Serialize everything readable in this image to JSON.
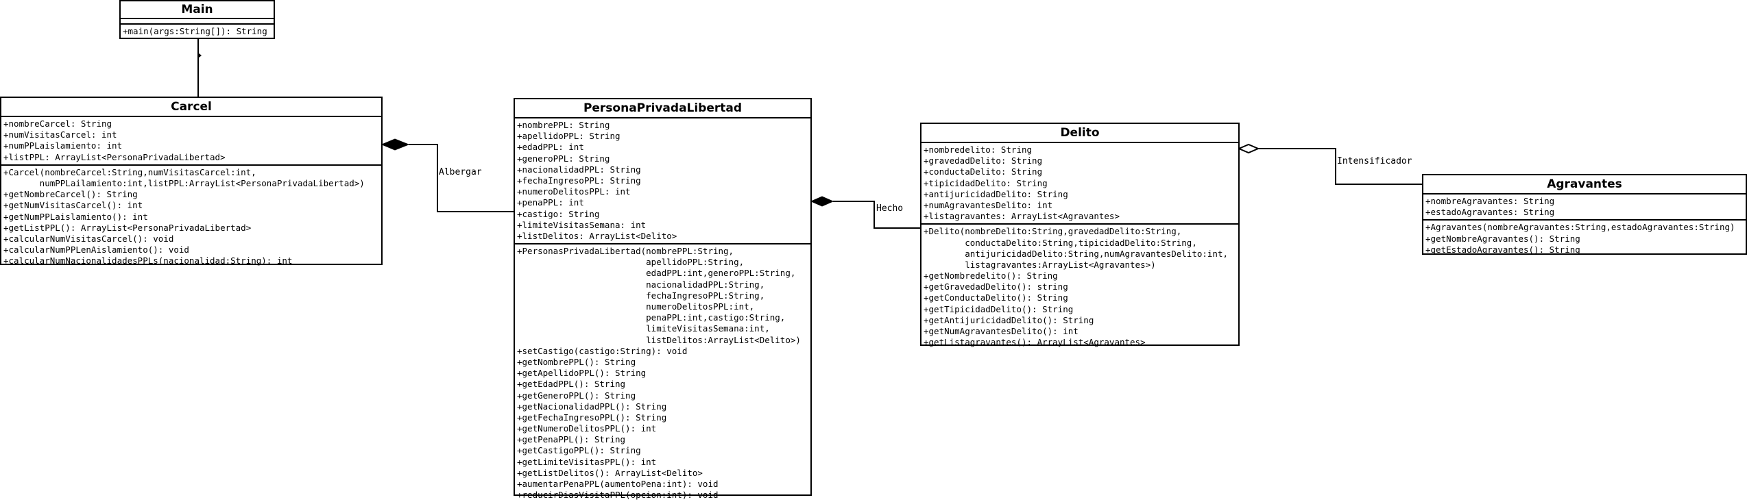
{
  "classes": {
    "main": {
      "name": "Main",
      "attributes": [],
      "methods": [
        "+main(args:String[]): String"
      ]
    },
    "carcel": {
      "name": "Carcel",
      "attributes": [
        "+nombreCarcel: String",
        "+numVisitasCarcel: int",
        "+numPPLaislamiento: int",
        "+listPPL: ArrayList<PersonaPrivadaLibertad>"
      ],
      "methods": [
        "+Carcel(nombreCarcel:String,numVisitasCarcel:int,",
        "       numPPLailamiento:int,listPPL:ArrayList<PersonaPrivadaLibertad>)",
        "+getNombreCarcel(): String",
        "+getNumVisitasCarcel(): int",
        "+getNumPPLaislamiento(): int",
        "+getListPPL(): ArrayList<PersonaPrivadaLibertad>",
        "+calcularNumVisitasCarcel(): void",
        "+calcularNumPPLenAislamiento(): void",
        "+calcularNumNacionalidadesPPLs(nacionalidad:String): int"
      ]
    },
    "persona": {
      "name": "PersonaPrivadaLibertad",
      "attributes": [
        "+nombrePPL: String",
        "+apellidoPPL: String",
        "+edadPPL: int",
        "+generoPPL: String",
        "+nacionalidadPPL: String",
        "+fechaIngresoPPL: String",
        "+numeroDelitosPPL: int",
        "+penaPPL: int",
        "+castigo: String",
        "+limiteVisitasSemana: int",
        "+listDelitos: ArrayList<Delito>"
      ],
      "methods": [
        "+PersonasPrivadaLibertad(nombrePPL:String,",
        "                         apellidoPPL:String,",
        "                         edadPPL:int,generoPPL:String,",
        "                         nacionalidadPPL:String,",
        "                         fechaIngresoPPL:String,",
        "                         numeroDelitosPPL:int,",
        "                         penaPPL:int,castigo:String,",
        "                         limiteVisitasSemana:int,",
        "                         listDelitos:ArrayList<Delito>)",
        "+setCastigo(castigo:String): void",
        "+getNombrePPL(): String",
        "+getApellidoPPL(): String",
        "+getEdadPPL(): String",
        "+getGeneroPPL(): String",
        "+getNacionalidadPPL(): String",
        "+getFechaIngresoPPL(): String",
        "+getNumeroDelitosPPL(): int",
        "+getPenaPPL(): String",
        "+getCastigoPPL(): String",
        "+getLimiteVisitasPPL(): int",
        "+getListDelitos(): ArrayList<Delito>",
        "+aumentarPenaPPL(aumentoPena:int): void",
        "+reducirDiasVisitaPPL(opcion:int): void"
      ]
    },
    "delito": {
      "name": "Delito",
      "attributes": [
        "+nombredelito: String",
        "+gravedadDelito: String",
        "+conductaDelito: String",
        "+tipicidadDelito: String",
        "+antijuricidadDelito: String",
        "+numAgravantesDelito: int",
        "+listagravantes: ArrayList<Agravantes>"
      ],
      "methods": [
        "+Delito(nombreDelito:String,gravedadDelito:String,",
        "        conductaDelito:String,tipicidadDelito:String,",
        "        antijuricidadDelito:String,numAgravantesDelito:int,",
        "        listagravantes:ArrayList<Agravantes>)",
        "+getNombredelito(): String",
        "+getGravedadDelito(): string",
        "+getConductaDelito(): String",
        "+getTipicidadDelito(): String",
        "+getAntijuricidadDelito(): String",
        "+getNumAgravantesDelito(): int",
        "+getListagravantes(): ArrayList<Agravantes>"
      ]
    },
    "agravantes": {
      "name": "Agravantes",
      "attributes": [
        "+nombreAgravantes: String",
        "+estadoAgravantes: String"
      ],
      "methods": [
        "+Agravantes(nombreAgravantes:String,estadoAgravantes:String)",
        "+getNombreAgravantes(): String",
        "+getEstadoAgravantes(): String"
      ]
    }
  },
  "relations": {
    "albergar": "Albergar",
    "hecho": "Hecho",
    "intensificador": "Intensificador"
  }
}
